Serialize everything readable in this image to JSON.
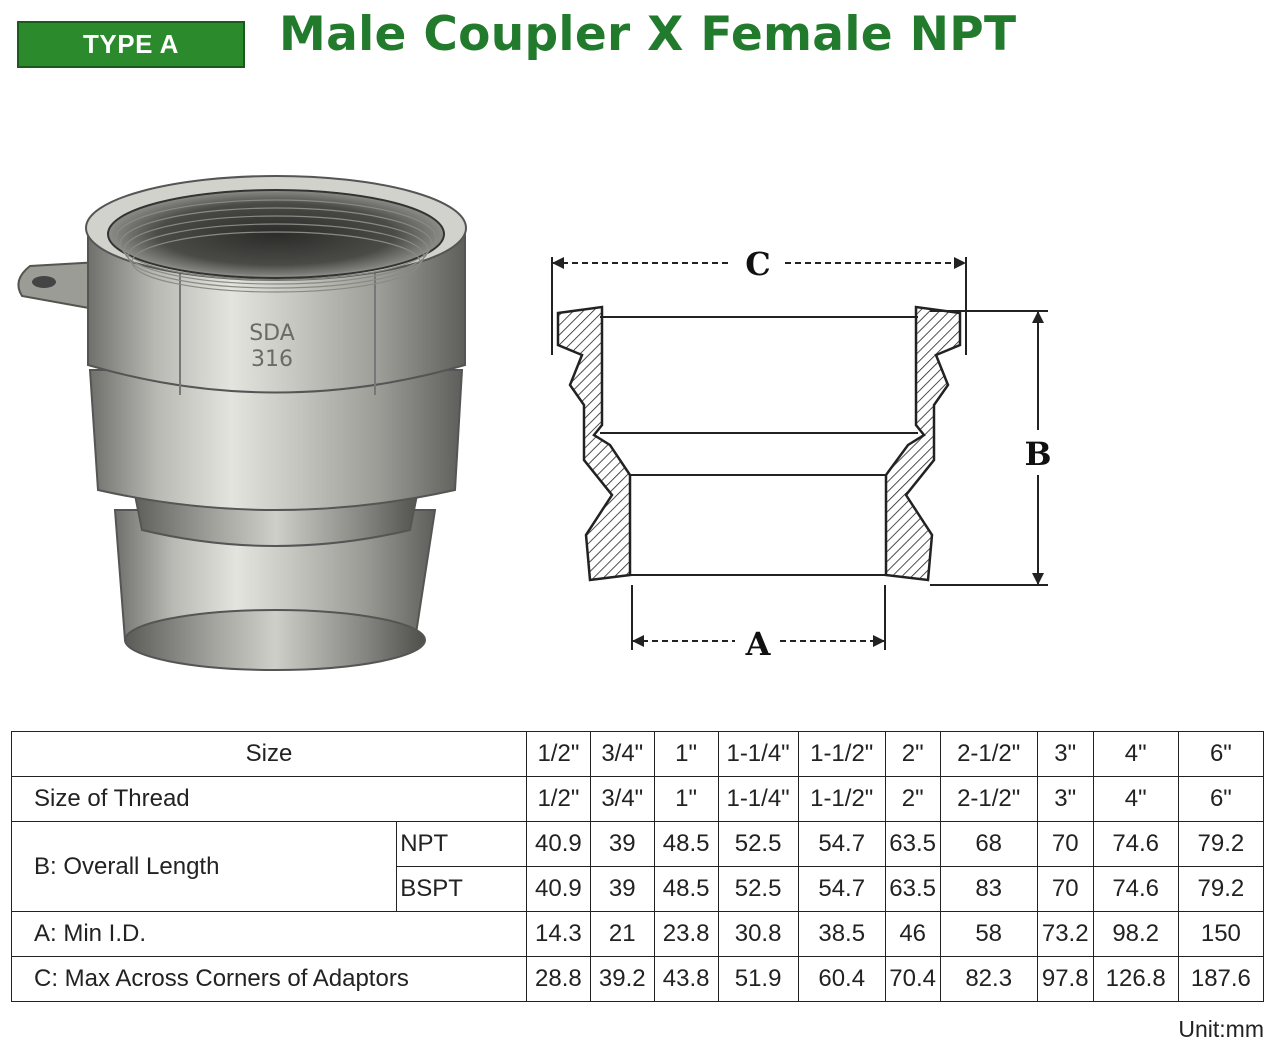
{
  "header": {
    "badge": "TYPE A",
    "title": "Male Coupler X Female NPT"
  },
  "drawing": {
    "label_c": "C",
    "label_b": "B",
    "label_a": "A"
  },
  "photo": {
    "stamp_line1": "SDA",
    "stamp_line2": "316"
  },
  "table": {
    "size_label": "Size",
    "sizes": [
      "1/2\"",
      "3/4\"",
      "1\"",
      "1-1/4\"",
      "1-1/2\"",
      "2\"",
      "2-1/2\"",
      "3\"",
      "4\"",
      "6\""
    ],
    "thread_label": "Size of Thread",
    "threads": [
      "1/2\"",
      "3/4\"",
      "1\"",
      "1-1/4\"",
      "1-1/2\"",
      "2\"",
      "2-1/2\"",
      "3\"",
      "4\"",
      "6\""
    ],
    "length_label": "B: Overall Length",
    "npt_label": "NPT",
    "npt": [
      "40.9",
      "39",
      "48.5",
      "52.5",
      "54.7",
      "63.5",
      "68",
      "70",
      "74.6",
      "79.2"
    ],
    "bspt_label": "BSPT",
    "bspt": [
      "40.9",
      "39",
      "48.5",
      "52.5",
      "54.7",
      "63.5",
      "83",
      "70",
      "74.6",
      "79.2"
    ],
    "id_label": "A: Min I.D.",
    "min_id": [
      "14.3",
      "21",
      "23.8",
      "30.8",
      "38.5",
      "46",
      "58",
      "73.2",
      "98.2",
      "150"
    ],
    "corners_label": "C: Max Across Corners of Adaptors",
    "max_corners": [
      "28.8",
      "39.2",
      "43.8",
      "51.9",
      "60.4",
      "70.4",
      "82.3",
      "97.8",
      "126.8",
      "187.6"
    ]
  },
  "unit": "Unit:mm"
}
